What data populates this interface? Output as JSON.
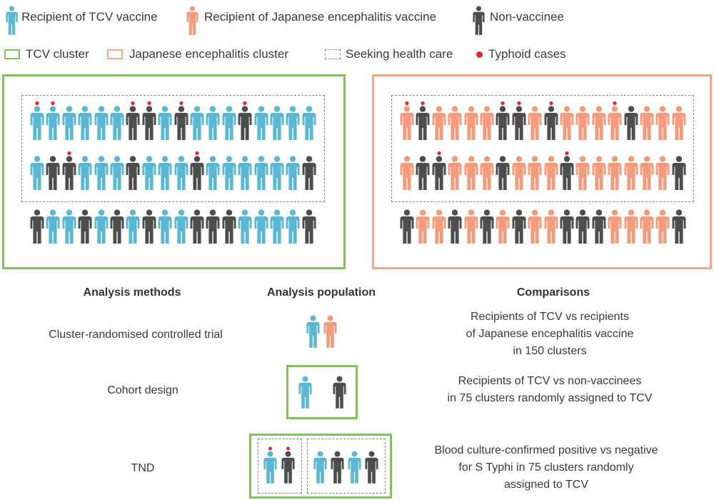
{
  "colors": {
    "tcv": "#5bb8d4",
    "je": "#f59b7c",
    "non": "#4d4d4d",
    "tcv_cluster_border": "#7fc45a",
    "je_cluster_border": "#f5a68a",
    "seeking": "#888888",
    "typhoid": "#e6262e"
  },
  "legend": {
    "tcv_recipient": "Recipient of TCV vaccine",
    "je_recipient": "Recipient of Japanese encephalitis vaccine",
    "non_vaccinee": "Non-vaccinee",
    "tcv_cluster": "TCV cluster",
    "je_cluster": "Japanese encephalitis cluster",
    "seeking_care": "Seeking health care",
    "typhoid_cases": "Typhoid cases"
  },
  "clusters": {
    "tcv": {
      "rows": [
        "VVVVVVNNVNVVVNVVVV",
        "VNNVVVNVVVNVVVVVVN",
        "NVVNVNVNVVNNNVVVVN"
      ],
      "typhoid": [
        [
          0,
          0
        ],
        [
          0,
          1
        ],
        [
          0,
          6
        ],
        [
          0,
          7
        ],
        [
          0,
          9
        ],
        [
          0,
          13
        ],
        [
          1,
          2
        ],
        [
          1,
          10
        ]
      ]
    },
    "je": {
      "rows": [
        "JNJJJJNNJNJJJJNJJJ",
        "JNNJJJNJJJNJJJJJJN",
        "NJJNJNJNJJNNNJJJJN"
      ],
      "typhoid": [
        [
          0,
          0
        ],
        [
          0,
          1
        ],
        [
          0,
          6
        ],
        [
          0,
          7
        ],
        [
          0,
          9
        ],
        [
          0,
          13
        ],
        [
          1,
          2
        ],
        [
          1,
          10
        ]
      ]
    }
  },
  "analysis": {
    "headers": {
      "methods": "Analysis methods",
      "population": "Analysis population",
      "comparisons": "Comparisons"
    },
    "rows": [
      {
        "method": "Cluster-randomised controlled trial",
        "comparison": [
          "Recipients of TCV vs recipients",
          "of Japanese encephalitis vaccine",
          "in 150 clusters"
        ]
      },
      {
        "method": "Cohort design",
        "comparison": [
          "Recipients of TCV vs non-vaccinees",
          "in 75 clusters randomly assigned to TCV"
        ]
      },
      {
        "method": "TND",
        "comparison": [
          "Blood culture-confirmed positive vs negative",
          "for S Typhi in 75 clusters randomly",
          "assigned to TCV"
        ]
      }
    ]
  }
}
